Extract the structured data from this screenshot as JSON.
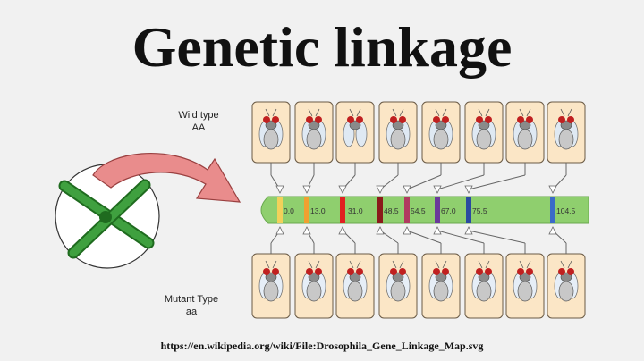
{
  "title": "Genetic linkage",
  "wild_type": {
    "label": "Wild type",
    "genotype": "AA"
  },
  "mutant_type": {
    "label": "Mutant Type",
    "genotype": "aa"
  },
  "source_url": "https://en.wikipedia.org/wiki/File:Drosophila_Gene_Linkage_Map.svg",
  "colors": {
    "chromosome": "#8fcf6e",
    "card": "#fbe6c6",
    "card_border": "#6a5a45",
    "arrow_big": "#e88a8a",
    "chromatid": "#2e8b2e"
  },
  "loci": [
    {
      "position": "0.0",
      "color": "#f2d15a"
    },
    {
      "position": "13.0",
      "color": "#f0a030"
    },
    {
      "position": "31.0",
      "color": "#e02020"
    },
    {
      "position": "48.5",
      "color": "#8a1a1a"
    },
    {
      "position": "54.5",
      "color": "#b03a60"
    },
    {
      "position": "67.0",
      "color": "#6a3a9a"
    },
    {
      "position": "75.5",
      "color": "#2a4aa0"
    },
    {
      "position": "104.5",
      "color": "#3a6ac8"
    }
  ]
}
